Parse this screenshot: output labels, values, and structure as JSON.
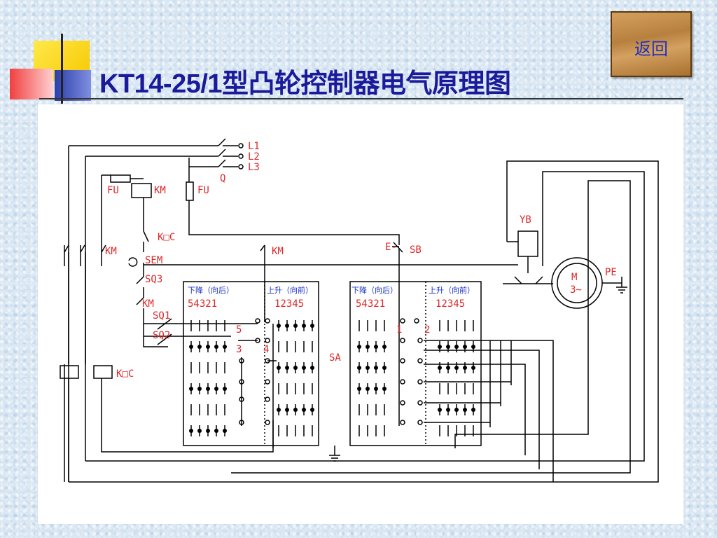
{
  "title": "KT14-25/1型凸轮控制器电气原理图",
  "back_button": "返回",
  "labels": {
    "L1": "L1",
    "L2": "L2",
    "L3": "L3",
    "Q": "Q",
    "FU_left": "FU",
    "KM_coil": "KM",
    "FU_right": "FU",
    "KOC_contact": "K□C",
    "SEM": "SEM",
    "SQ3": "SQ3",
    "KM_contact": "KM",
    "SQ1": "SQ1",
    "SQ2": "SQ2",
    "KM_main": "KM",
    "KM_mid": "KM",
    "KOC_coil": "K□C",
    "SB": "SB",
    "E": "E-",
    "SA": "SA",
    "YB": "YB",
    "M": "M",
    "M_phase": "3~",
    "PE": "PE",
    "num5": "5",
    "num3": "3",
    "num4": "4",
    "num1": "1",
    "num2": "2"
  },
  "switch_headers": [
    {
      "dir": "下降（向后）",
      "steps": "54321"
    },
    {
      "dir": "上升（向前）",
      "steps": "12345"
    },
    {
      "dir": "下降（向后）",
      "steps": "54321"
    },
    {
      "dir": "上升（向前）",
      "steps": "12345"
    }
  ],
  "colors": {
    "accent_red": "#e0282a",
    "accent_blue": "#1a2fc8",
    "title_blue": "#1a1a9a"
  }
}
